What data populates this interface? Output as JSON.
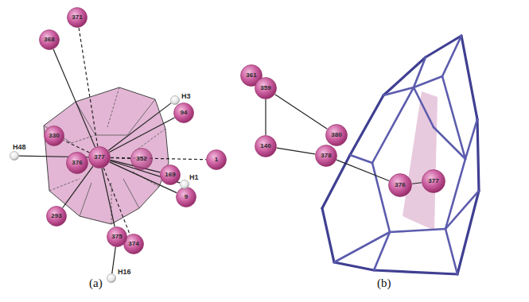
{
  "diagram": {
    "nodes": [
      {
        "text": [
          "371"
        ]
      },
      {
        "text": [
          "368"
        ]
      },
      {
        "text": [
          "H3"
        ]
      },
      {
        "text": [
          "94"
        ]
      },
      {
        "text": [
          "330"
        ]
      },
      {
        "text": [
          "H48"
        ]
      },
      {
        "text": [
          "376"
        ]
      },
      {
        "text": [
          "377"
        ]
      },
      {
        "text": [
          "352"
        ]
      },
      {
        "text": [
          "1"
        ]
      },
      {
        "text": [
          "169"
        ]
      },
      {
        "text": [
          "H1"
        ]
      },
      {
        "text": [
          "9"
        ]
      },
      {
        "text": [
          "293"
        ]
      },
      {
        "text": [
          "375"
        ]
      },
      {
        "text": [
          "374"
        ]
      },
      {
        "text": [
          "H16"
        ]
      },
      {
        "text": [
          "361"
        ]
      },
      {
        "text": [
          "359"
        ]
      },
      {
        "text": [
          "140"
        ]
      },
      {
        "text": [
          "380"
        ]
      },
      {
        "text": [
          "378"
        ]
      },
      {
        "text": [
          "376"
        ]
      },
      {
        "text": [
          "377"
        ]
      }
    ],
    "edges": [
      {
        "from": 7,
        "to": 0,
        "arrow": "none"
      },
      {
        "from": 7,
        "to": 1,
        "arrow": "none"
      },
      {
        "from": 7,
        "to": 2,
        "arrow": "none"
      },
      {
        "from": 7,
        "to": 3,
        "arrow": "none"
      },
      {
        "from": 7,
        "to": 4,
        "arrow": "none"
      },
      {
        "from": 7,
        "to": 5,
        "arrow": "none"
      },
      {
        "from": 7,
        "to": 8,
        "arrow": "none"
      },
      {
        "from": 7,
        "to": 9,
        "arrow": "none"
      },
      {
        "from": 7,
        "to": 10,
        "arrow": "none"
      },
      {
        "from": 7,
        "to": 11,
        "arrow": "none"
      },
      {
        "from": 7,
        "to": 12,
        "arrow": "none"
      },
      {
        "from": 7,
        "to": 13,
        "arrow": "none"
      },
      {
        "from": 7,
        "to": 14,
        "arrow": "none"
      },
      {
        "from": 7,
        "to": 15,
        "arrow": "none"
      },
      {
        "from": 14,
        "to": 16,
        "arrow": "none"
      },
      {
        "from": 18,
        "to": 19,
        "arrow": "none"
      },
      {
        "from": 18,
        "to": 20,
        "arrow": "none"
      },
      {
        "from": 19,
        "to": 21,
        "arrow": "none"
      },
      {
        "from": 21,
        "to": 22,
        "arrow": "none"
      },
      {
        "from": 22,
        "to": 23,
        "arrow": "none"
      }
    ],
    "labels": [
      "(a)",
      "(b)"
    ]
  }
}
